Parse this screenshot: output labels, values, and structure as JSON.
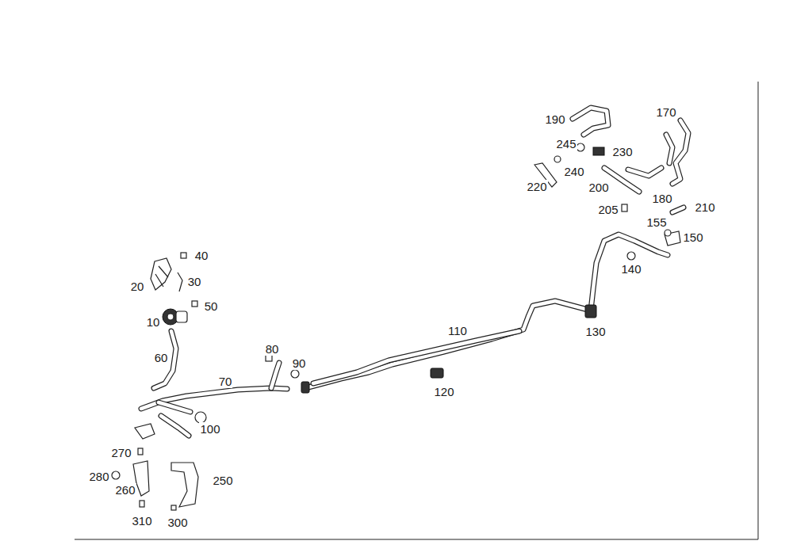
{
  "diagram": {
    "labels": [
      "190",
      "170",
      "245",
      "230",
      "240",
      "220",
      "200",
      "180",
      "205",
      "210",
      "155",
      "150",
      "140",
      "40",
      "20",
      "30",
      "50",
      "10",
      "110",
      "130",
      "60",
      "80",
      "90",
      "70",
      "120",
      "100",
      "270",
      "280",
      "260",
      "250",
      "310",
      "300"
    ]
  }
}
